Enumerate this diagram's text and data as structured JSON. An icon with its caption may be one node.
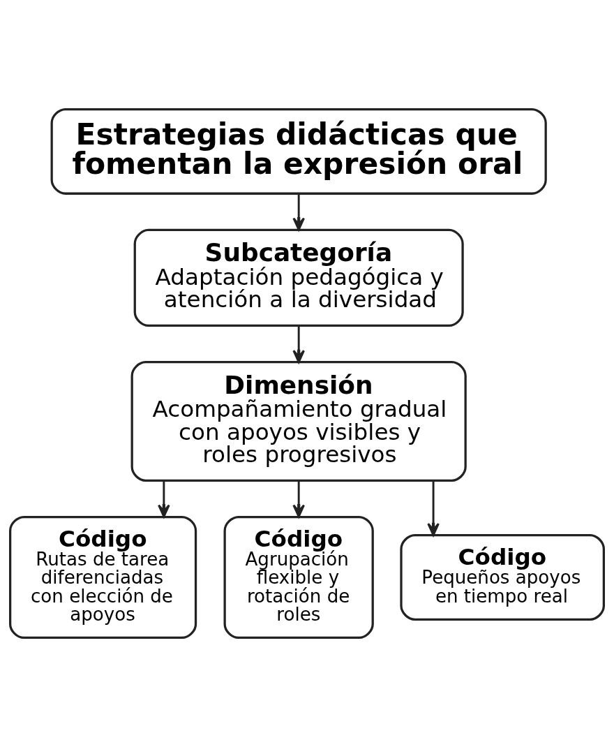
{
  "diagram": {
    "nodes": [
      {
        "text": [
          "Estrategias didácticas que fomentan la expresión oral"
        ]
      },
      {
        "text": [
          "Subcategoría",
          "Adaptación pedagógica y atención a la diversidad"
        ]
      },
      {
        "text": [
          "Dimensión",
          "Acompañamiento gradual con apoyos visibles y roles progresivos"
        ]
      },
      {
        "text": [
          "Código",
          "Rutas de tarea diferenciadas con elección de apoyos"
        ]
      },
      {
        "text": [
          "Código",
          "Agrupación flexible y rotación de roles"
        ]
      },
      {
        "text": [
          "Código",
          "Pequeños apoyos en tiempo real"
        ]
      }
    ],
    "edges": [
      {
        "from": 0,
        "to": 1,
        "arrow": "to"
      },
      {
        "from": 1,
        "to": 2,
        "arrow": "to"
      },
      {
        "from": 2,
        "to": 3,
        "arrow": "to"
      },
      {
        "from": 2,
        "to": 4,
        "arrow": "to"
      },
      {
        "from": 2,
        "to": 5,
        "arrow": "to"
      }
    ]
  }
}
